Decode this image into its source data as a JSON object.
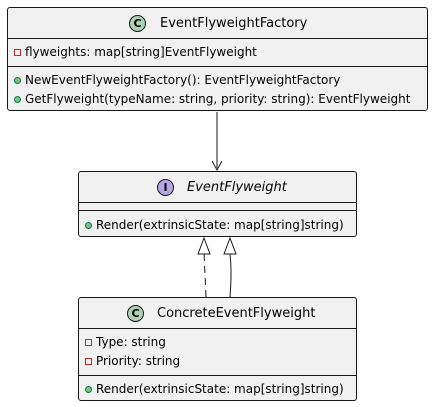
{
  "factory": {
    "stereotype": "C",
    "name": "EventFlyweightFactory",
    "fields": [
      {
        "visibility": "private",
        "text": "flyweights: map[string]EventFlyweight"
      }
    ],
    "methods": [
      {
        "visibility": "public",
        "text": "NewEventFlyweightFactory(): EventFlyweightFactory"
      },
      {
        "visibility": "public",
        "text": "GetFlyweight(typeName: string, priority: string): EventFlyweight"
      }
    ]
  },
  "interface": {
    "stereotype": "I",
    "name": "EventFlyweight",
    "methods": [
      {
        "visibility": "public",
        "text": "Render(extrinsicState: map[string]string)"
      }
    ]
  },
  "concrete": {
    "stereotype": "C",
    "name": "ConcreteEventFlyweight",
    "fields": [
      {
        "visibility": "private",
        "text": "Type: string"
      },
      {
        "visibility": "private",
        "text": "Priority: string"
      }
    ],
    "methods": [
      {
        "visibility": "public",
        "text": "Render(extrinsicState: map[string]string)"
      }
    ]
  },
  "colors": {
    "class_fill": "#f1f1f1",
    "border": "#181818",
    "class_badge": "#add1b2",
    "interface_badge": "#b4a7e5",
    "private_marker": "#c82930",
    "public_marker": "#84be84"
  }
}
